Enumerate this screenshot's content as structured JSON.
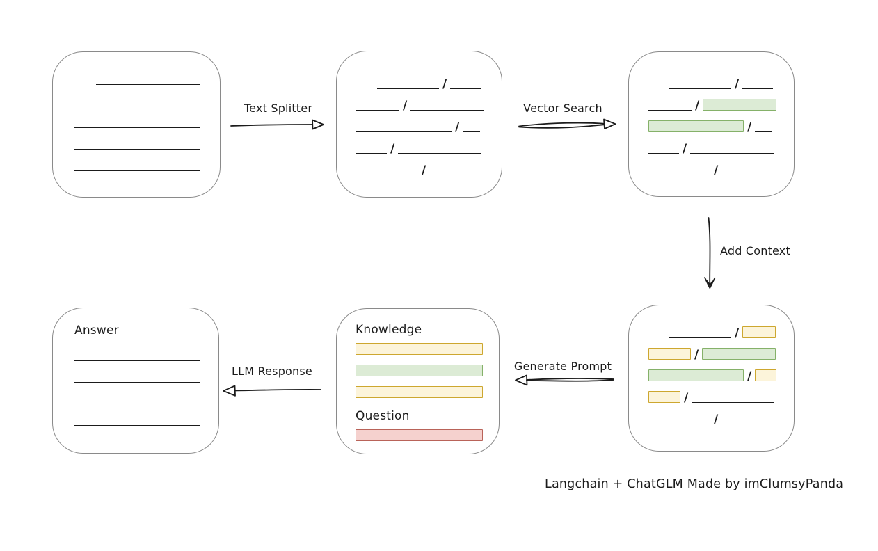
{
  "caption": "Langchain + ChatGLM Made by imClumsyPanda",
  "arrows": {
    "text_splitter": {
      "label": "Text Splitter"
    },
    "vector_search": {
      "label": "Vector Search"
    },
    "add_context": {
      "label": "Add Context"
    },
    "generate_prompt": {
      "label": "Generate Prompt"
    },
    "llm_response": {
      "label": "LLM Response"
    }
  },
  "boxes": {
    "document": {
      "rows": [
        {
          "indent": 62,
          "segments": [
            {
              "type": "line",
              "w": 150
            }
          ]
        },
        {
          "indent": 30,
          "segments": [
            {
              "type": "line",
              "w": 182
            }
          ]
        },
        {
          "indent": 30,
          "segments": [
            {
              "type": "line",
              "w": 182
            }
          ]
        },
        {
          "indent": 30,
          "segments": [
            {
              "type": "line",
              "w": 182
            }
          ]
        },
        {
          "indent": 30,
          "segments": [
            {
              "type": "line",
              "w": 182
            }
          ]
        }
      ]
    },
    "chunks": {
      "rows": [
        {
          "indent": 58,
          "segments": [
            {
              "type": "line",
              "w": 89
            },
            {
              "type": "slash"
            },
            {
              "type": "line",
              "w": 44
            }
          ]
        },
        {
          "indent": 28,
          "segments": [
            {
              "type": "line",
              "w": 62
            },
            {
              "type": "slash"
            },
            {
              "type": "line",
              "w": 106
            }
          ]
        },
        {
          "indent": 28,
          "segments": [
            {
              "type": "line",
              "w": 137
            },
            {
              "type": "slash"
            },
            {
              "type": "line",
              "w": 25
            }
          ]
        },
        {
          "indent": 28,
          "segments": [
            {
              "type": "line",
              "w": 44
            },
            {
              "type": "slash"
            },
            {
              "type": "line",
              "w": 120
            }
          ]
        },
        {
          "indent": 28,
          "segments": [
            {
              "type": "line",
              "w": 89
            },
            {
              "type": "slash"
            },
            {
              "type": "line",
              "w": 65
            }
          ]
        }
      ]
    },
    "vector_result": {
      "rows": [
        {
          "indent": 58,
          "segments": [
            {
              "type": "line",
              "w": 89
            },
            {
              "type": "slash"
            },
            {
              "type": "line",
              "w": 44
            }
          ]
        },
        {
          "indent": 28,
          "segments": [
            {
              "type": "line",
              "w": 62
            },
            {
              "type": "slash"
            },
            {
              "type": "green",
              "w": 106
            }
          ]
        },
        {
          "indent": 28,
          "segments": [
            {
              "type": "green",
              "w": 137
            },
            {
              "type": "slash"
            },
            {
              "type": "line",
              "w": 25
            }
          ]
        },
        {
          "indent": 28,
          "segments": [
            {
              "type": "line",
              "w": 44
            },
            {
              "type": "slash"
            },
            {
              "type": "line",
              "w": 120
            }
          ]
        },
        {
          "indent": 28,
          "segments": [
            {
              "type": "line",
              "w": 89
            },
            {
              "type": "slash"
            },
            {
              "type": "line",
              "w": 65
            }
          ]
        }
      ]
    },
    "context_result": {
      "rows": [
        {
          "indent": 58,
          "segments": [
            {
              "type": "line",
              "w": 89
            },
            {
              "type": "slash"
            },
            {
              "type": "yellow",
              "w": 48
            }
          ]
        },
        {
          "indent": 28,
          "segments": [
            {
              "type": "yellow",
              "w": 61
            },
            {
              "type": "slash"
            },
            {
              "type": "green",
              "w": 106
            }
          ]
        },
        {
          "indent": 28,
          "segments": [
            {
              "type": "green",
              "w": 137
            },
            {
              "type": "slash"
            },
            {
              "type": "yellow",
              "w": 31
            }
          ]
        },
        {
          "indent": 28,
          "segments": [
            {
              "type": "yellow",
              "w": 46
            },
            {
              "type": "slash"
            },
            {
              "type": "line",
              "w": 118
            }
          ]
        },
        {
          "indent": 28,
          "segments": [
            {
              "type": "line",
              "w": 89
            },
            {
              "type": "slash"
            },
            {
              "type": "line",
              "w": 64
            }
          ]
        }
      ]
    },
    "prompt": {
      "knowledge_label": "Knowledge",
      "question_label": "Question",
      "knowledge_bars": [
        {
          "type": "yellow",
          "w": 183
        },
        {
          "type": "green",
          "w": 183
        },
        {
          "type": "yellow",
          "w": 183
        }
      ],
      "question_bars": [
        {
          "type": "red",
          "w": 183
        }
      ]
    },
    "answer": {
      "label": "Answer",
      "rows": [
        {
          "indent": 0,
          "segments": [
            {
              "type": "line",
              "w": 181
            }
          ]
        },
        {
          "indent": 0,
          "segments": [
            {
              "type": "line",
              "w": 181
            }
          ]
        },
        {
          "indent": 0,
          "segments": [
            {
              "type": "line",
              "w": 181
            }
          ]
        },
        {
          "indent": 0,
          "segments": [
            {
              "type": "line",
              "w": 181
            }
          ]
        }
      ]
    }
  },
  "colors": {
    "stroke": "#1b1b1b",
    "box_border": "#8a8a8a",
    "green_fill": "#dcebd5",
    "green_border": "#85b169",
    "yellow_fill": "#fcf4da",
    "yellow_border": "#cda72f",
    "red_fill": "#f5d1ce",
    "red_border": "#b96359"
  }
}
